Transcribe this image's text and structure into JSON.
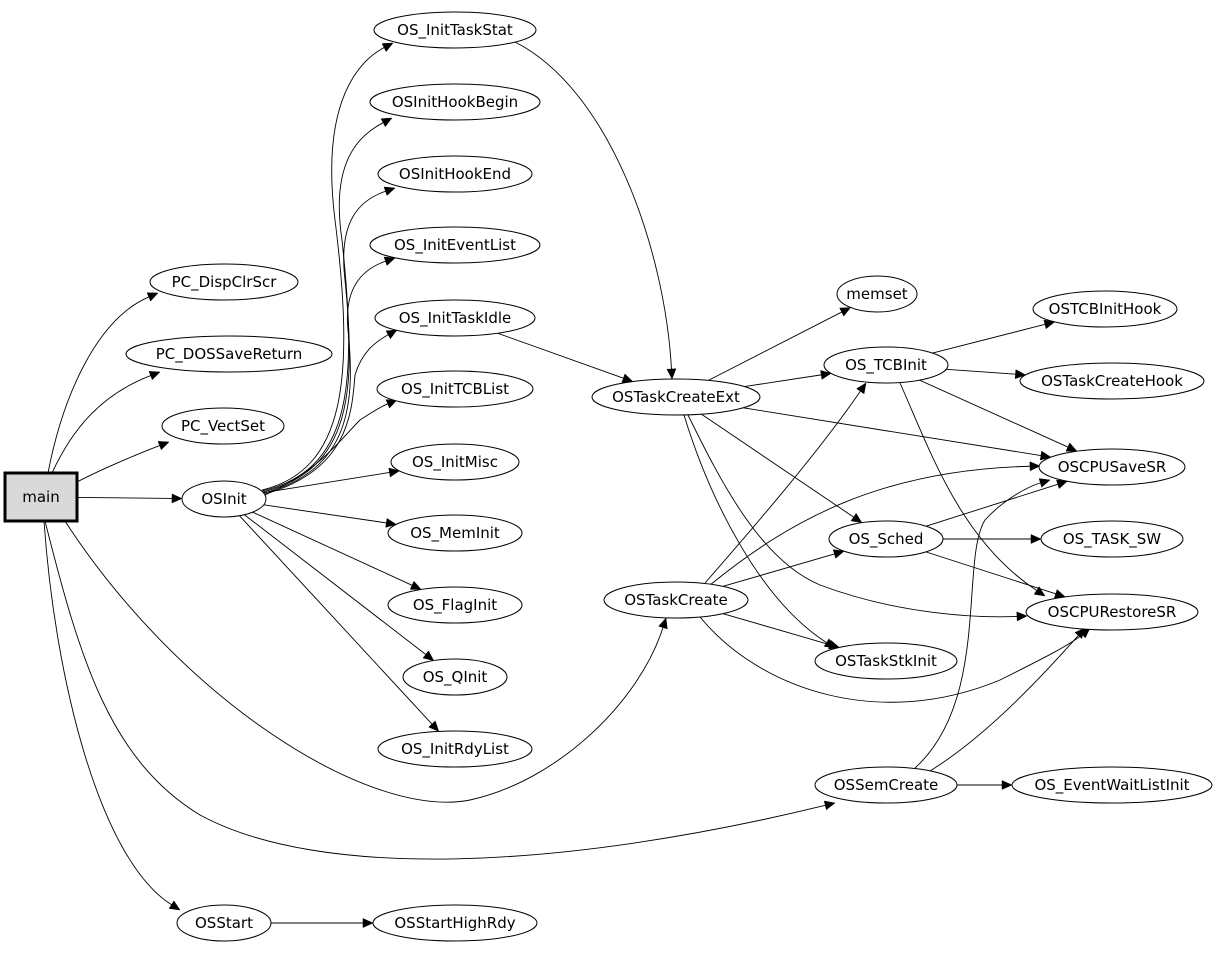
{
  "diagram": {
    "root": "main",
    "nodes": [
      "main",
      "PC_DispClrScr",
      "PC_DOSSaveReturn",
      "PC_VectSet",
      "OSInit",
      "OSStart",
      "OS_InitTaskStat",
      "OSInitHookBegin",
      "OSInitHookEnd",
      "OS_InitEventList",
      "OS_InitTaskIdle",
      "OS_InitTCBList",
      "OS_InitMisc",
      "OS_MemInit",
      "OS_FlagInit",
      "OS_QInit",
      "OS_InitRdyList",
      "OSStartHighRdy",
      "OSTaskCreateExt",
      "OSTaskCreate",
      "memset",
      "OS_TCBInit",
      "OS_Sched",
      "OSTaskStkInit",
      "OSSemCreate",
      "OSTCBInitHook",
      "OSTaskCreateHook",
      "OSCPUSaveSR",
      "OS_TASK_SW",
      "OSCPURestoreSR",
      "OS_EventWaitListInit"
    ],
    "edges": [
      [
        "main",
        "PC_DispClrScr"
      ],
      [
        "main",
        "PC_DOSSaveReturn"
      ],
      [
        "main",
        "PC_VectSet"
      ],
      [
        "main",
        "OSInit"
      ],
      [
        "main",
        "OSTaskCreate"
      ],
      [
        "main",
        "OSSemCreate"
      ],
      [
        "main",
        "OSStart"
      ],
      [
        "OSInit",
        "OS_InitTaskStat"
      ],
      [
        "OSInit",
        "OSInitHookBegin"
      ],
      [
        "OSInit",
        "OSInitHookEnd"
      ],
      [
        "OSInit",
        "OS_InitEventList"
      ],
      [
        "OSInit",
        "OS_InitTaskIdle"
      ],
      [
        "OSInit",
        "OS_InitTCBList"
      ],
      [
        "OSInit",
        "OS_InitMisc"
      ],
      [
        "OSInit",
        "OS_MemInit"
      ],
      [
        "OSInit",
        "OS_FlagInit"
      ],
      [
        "OSInit",
        "OS_QInit"
      ],
      [
        "OSInit",
        "OS_InitRdyList"
      ],
      [
        "OS_InitTaskStat",
        "OSTaskCreateExt"
      ],
      [
        "OS_InitTaskIdle",
        "OSTaskCreateExt"
      ],
      [
        "OSStart",
        "OSStartHighRdy"
      ],
      [
        "OSTaskCreateExt",
        "memset"
      ],
      [
        "OSTaskCreateExt",
        "OS_TCBInit"
      ],
      [
        "OSTaskCreateExt",
        "OSCPUSaveSR"
      ],
      [
        "OSTaskCreateExt",
        "OS_Sched"
      ],
      [
        "OSTaskCreateExt",
        "OSCPURestoreSR"
      ],
      [
        "OSTaskCreateExt",
        "OSTaskStkInit"
      ],
      [
        "OSTaskCreate",
        "OS_TCBInit"
      ],
      [
        "OSTaskCreate",
        "OSCPUSaveSR"
      ],
      [
        "OSTaskCreate",
        "OS_Sched"
      ],
      [
        "OSTaskCreate",
        "OSTaskStkInit"
      ],
      [
        "OSTaskCreate",
        "OSCPURestoreSR"
      ],
      [
        "OS_TCBInit",
        "OSTCBInitHook"
      ],
      [
        "OS_TCBInit",
        "OSTaskCreateHook"
      ],
      [
        "OS_TCBInit",
        "OSCPUSaveSR"
      ],
      [
        "OS_TCBInit",
        "OSCPURestoreSR"
      ],
      [
        "OS_Sched",
        "OSCPUSaveSR"
      ],
      [
        "OS_Sched",
        "OS_TASK_SW"
      ],
      [
        "OS_Sched",
        "OSCPURestoreSR"
      ],
      [
        "OSSemCreate",
        "OSCPUSaveSR"
      ],
      [
        "OSSemCreate",
        "OSCPURestoreSR"
      ],
      [
        "OSSemCreate",
        "OS_EventWaitListInit"
      ]
    ]
  }
}
